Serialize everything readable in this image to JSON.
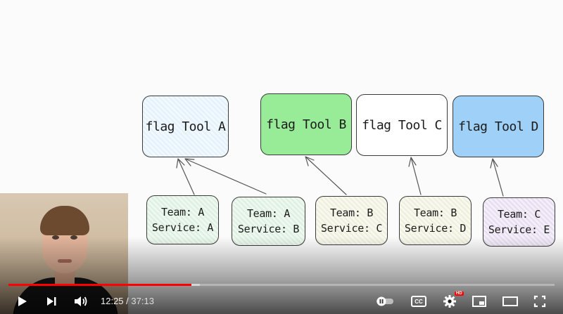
{
  "diagram": {
    "tools": [
      {
        "label": "flag Tool A",
        "fill": "#eaf5fc"
      },
      {
        "label": "flag Tool B",
        "fill": "#98ec98"
      },
      {
        "label": "flag Tool C",
        "fill": "#ffffff"
      },
      {
        "label": "flag Tool D",
        "fill": "#9fd0f8"
      }
    ],
    "teams": [
      {
        "team": "Team: A",
        "service": "Service: A"
      },
      {
        "team": "Team: A",
        "service": "Service: B"
      },
      {
        "team": "Team: B",
        "service": "Service: C"
      },
      {
        "team": "Team: B",
        "service": "Service: D"
      },
      {
        "team": "Team: C",
        "service": "Service: E"
      }
    ]
  },
  "player": {
    "current_time": "12:25",
    "separator": " / ",
    "duration": "37:13",
    "progress_played": 0.335,
    "progress_buffered": 0.35,
    "cc_label": "CC",
    "hd_badge": "HD",
    "accent": "#ff0000"
  },
  "icons": [
    "play-icon",
    "next-icon",
    "volume-icon",
    "autoplay-toggle",
    "captions-icon",
    "settings-icon",
    "miniplayer-icon",
    "theater-icon",
    "fullscreen-icon"
  ]
}
